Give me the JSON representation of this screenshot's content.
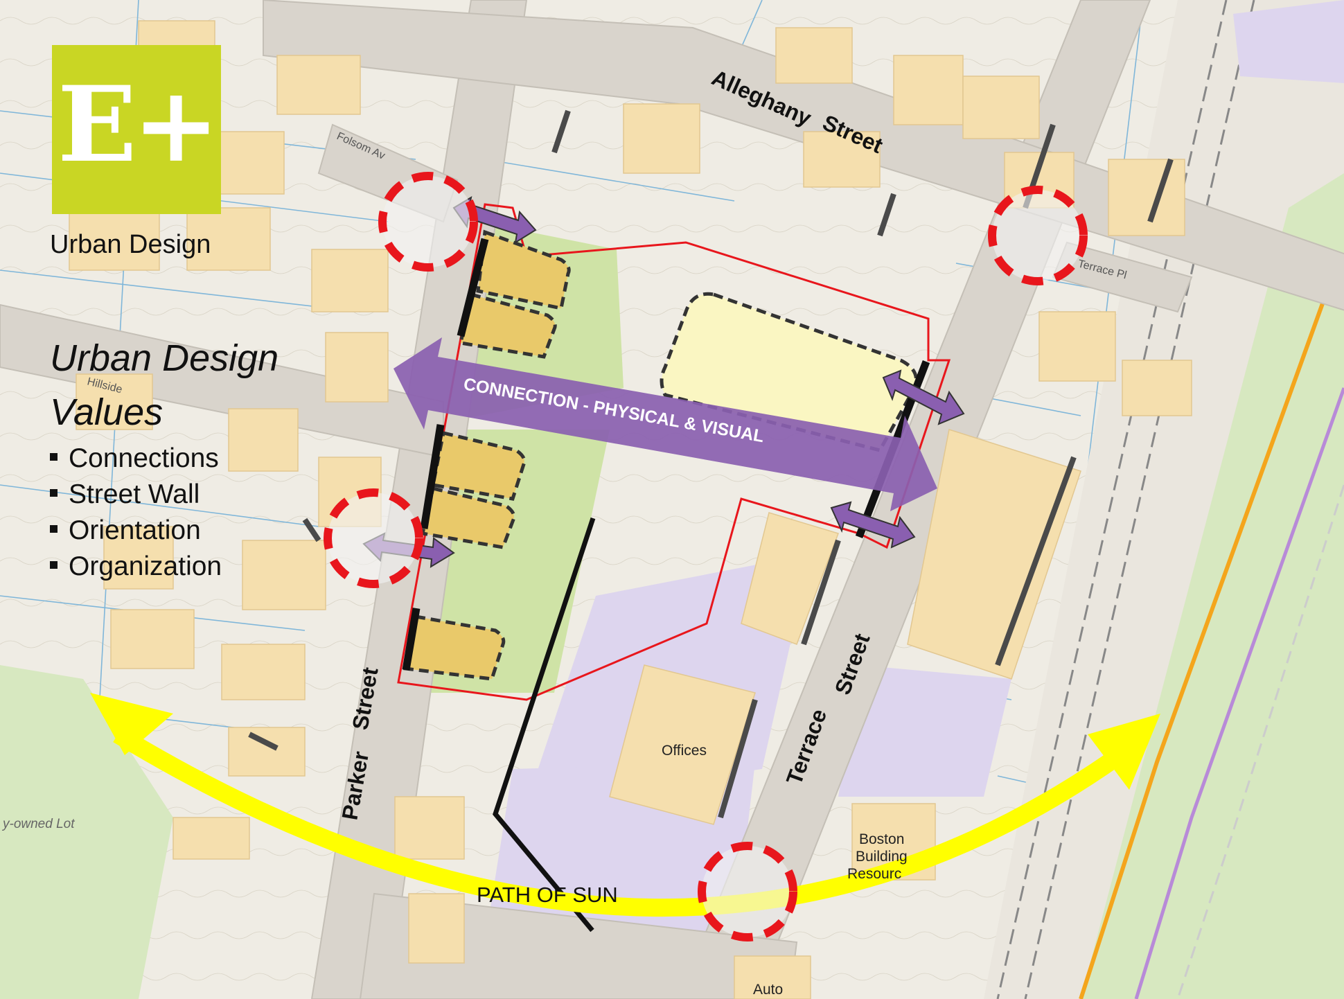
{
  "brand": {
    "logo_text": "E+",
    "caption": "Urban Design",
    "logo_color": "#c9d624"
  },
  "panel": {
    "title_line1": "Urban Design",
    "title_line2": "Values",
    "values": [
      "Connections",
      "Street Wall",
      "Orientation",
      "Organization"
    ]
  },
  "streets": {
    "alleghany": "Alleghany",
    "alleghany_suffix": "Street",
    "parker": "Parker",
    "parker_suffix": "Street",
    "terrace": "Terrace",
    "terrace_suffix": "Street",
    "folsom": "Folsom Av",
    "hillside": "Hillside",
    "terrace_pl": "Terrace Pl"
  },
  "places": {
    "offices": "Offices",
    "boston_building_line1": "Boston",
    "boston_building_line2": "Building",
    "boston_building_line3": "Resourc",
    "auto": "Auto",
    "owned_lot": "y-owned Lot"
  },
  "annotations": {
    "connection": "CONNECTION - PHYSICAL & VISUAL",
    "path_of_sun": "PATH OF SUN"
  },
  "colors": {
    "connection_arrow": "#8a5fb0",
    "sun_arc": "#ffff00",
    "circles": "#e8161c",
    "boundary": "#e8161c",
    "buildings": "#f5dfae",
    "proposed_buildings": "#e9c96a",
    "open_space": "#cfe3a6",
    "institutional": "#ddd5ee"
  },
  "icons": {
    "arrow": "double-headed-arrow-icon",
    "circle": "node-circle-icon"
  }
}
